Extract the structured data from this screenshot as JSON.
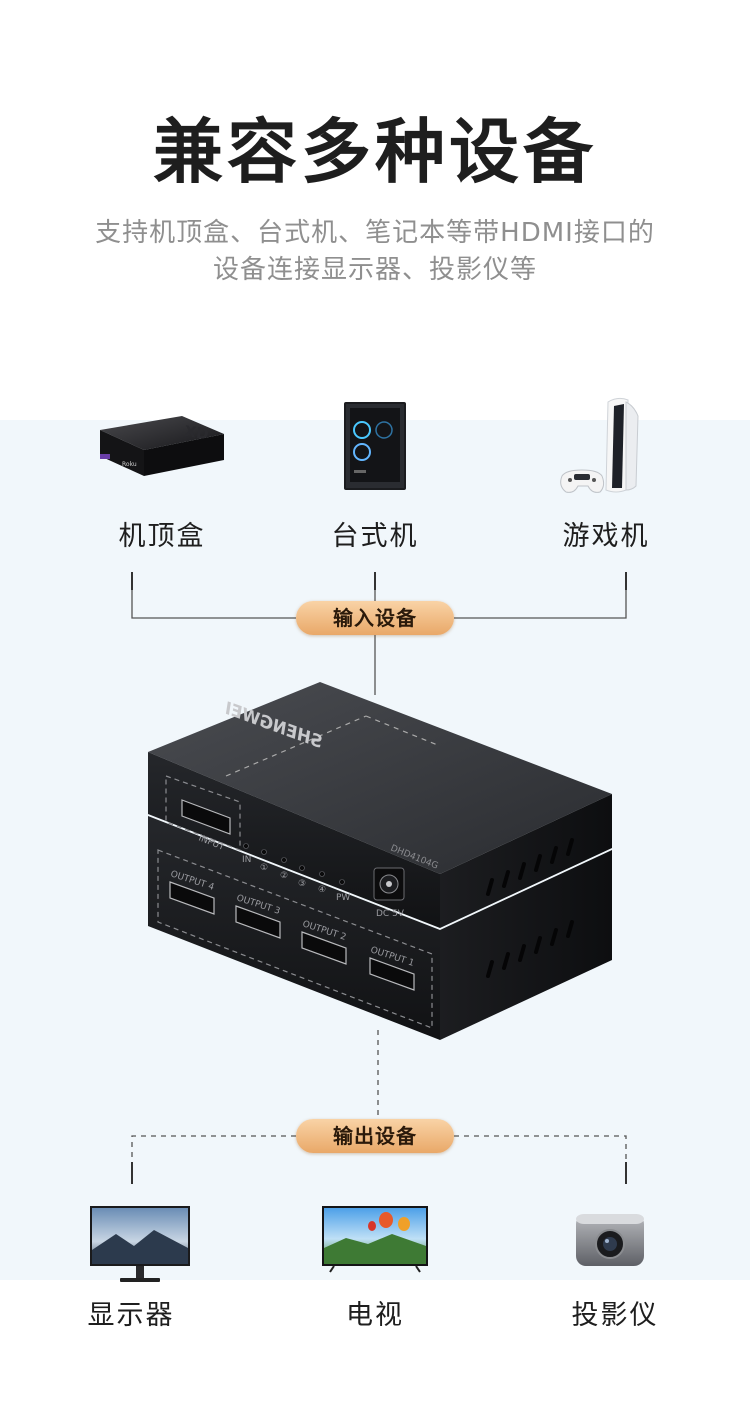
{
  "heading": {
    "title": "兼容多种设备",
    "subtitle_line1": "支持机顶盒、台式机、笔记本等带HDMI接口的",
    "subtitle_line2": "设备连接显示器、投影仪等"
  },
  "inputs": {
    "badge": "输入设备",
    "devices": [
      {
        "label": "机顶盒",
        "icon": "set-top-box-icon",
        "printed_text": "Roku"
      },
      {
        "label": "台式机",
        "icon": "desktop-pc-icon"
      },
      {
        "label": "游戏机",
        "icon": "game-console-icon"
      }
    ]
  },
  "outputs": {
    "badge": "输出设备",
    "devices": [
      {
        "label": "显示器",
        "icon": "monitor-icon"
      },
      {
        "label": "电视",
        "icon": "tv-icon"
      },
      {
        "label": "投影仪",
        "icon": "projector-icon"
      }
    ]
  },
  "splitter": {
    "brand": "SHENGWEI",
    "model": "DHD4104G",
    "input_port": "INPUT",
    "output_ports": [
      "OUTPUT 4",
      "OUTPUT 3",
      "OUTPUT 2",
      "OUTPUT 1"
    ],
    "indicators": [
      "IN",
      "①",
      "②",
      "③",
      "④",
      "PW"
    ],
    "power_label": "DC 5V"
  },
  "colors": {
    "accent_gradient_top": "#f9d3a6",
    "accent_gradient_bottom": "#e9a868",
    "connector_line": "#333333",
    "tint_background": "#f1f7fb"
  }
}
